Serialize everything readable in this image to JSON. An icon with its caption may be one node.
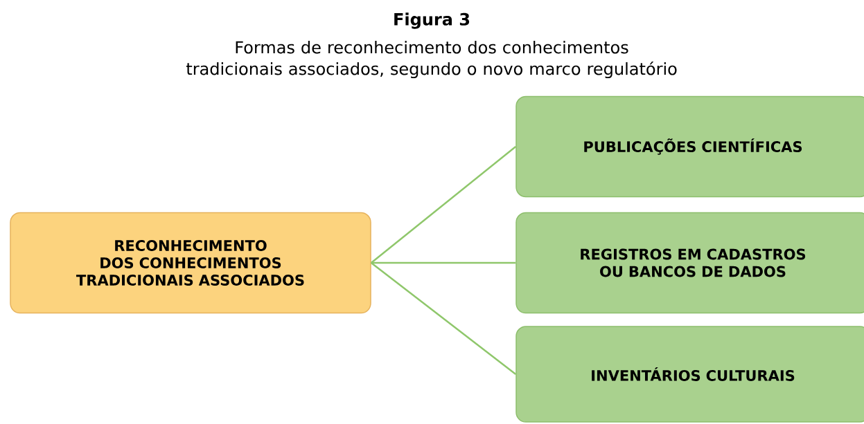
{
  "diagram": {
    "title": "Figura 3",
    "caption": "Formas de reconhecimento dos conhecimentos tradicionais associados, segundo o novo marco regulatório",
    "nodes": [
      {
        "text": [
          "RECONHECIMENTO DOS CONHECIMENTOS TRADICIONAIS ASSOCIADOS"
        ]
      },
      {
        "text": [
          "PUBLICAÇÕES CIENTÍFICAS"
        ]
      },
      {
        "text": [
          "REGISTROS EM CADASTROS OU BANCOS DE DADOS"
        ]
      },
      {
        "text": [
          "INVENTÁRIOS CULTURAIS"
        ]
      }
    ],
    "edges": [
      {
        "from": 0,
        "to": 1,
        "arrow": "none"
      },
      {
        "from": 0,
        "to": 2,
        "arrow": "none"
      },
      {
        "from": 0,
        "to": 3,
        "arrow": "none"
      }
    ]
  }
}
